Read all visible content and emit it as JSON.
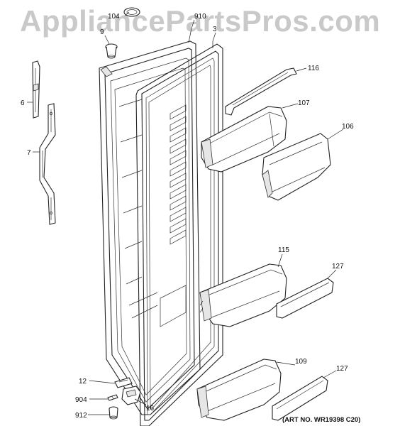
{
  "watermark": "AppliancePartsPros.com",
  "art_number": "(ART NO. WR19398 C20)",
  "callouts": [
    {
      "id": "c104",
      "label": "104"
    },
    {
      "id": "c910",
      "label": "910"
    },
    {
      "id": "c9",
      "label": "9"
    },
    {
      "id": "c3",
      "label": "3"
    },
    {
      "id": "c116",
      "label": "116"
    },
    {
      "id": "c6",
      "label": "6"
    },
    {
      "id": "c107",
      "label": "107"
    },
    {
      "id": "c106",
      "label": "106"
    },
    {
      "id": "c7",
      "label": "7"
    },
    {
      "id": "c115",
      "label": "115"
    },
    {
      "id": "c127a",
      "label": "127"
    },
    {
      "id": "c109",
      "label": "109"
    },
    {
      "id": "c127b",
      "label": "127"
    },
    {
      "id": "c12",
      "label": "12"
    },
    {
      "id": "c904",
      "label": "904"
    },
    {
      "id": "c16",
      "label": "16"
    },
    {
      "id": "c912",
      "label": "912"
    }
  ]
}
